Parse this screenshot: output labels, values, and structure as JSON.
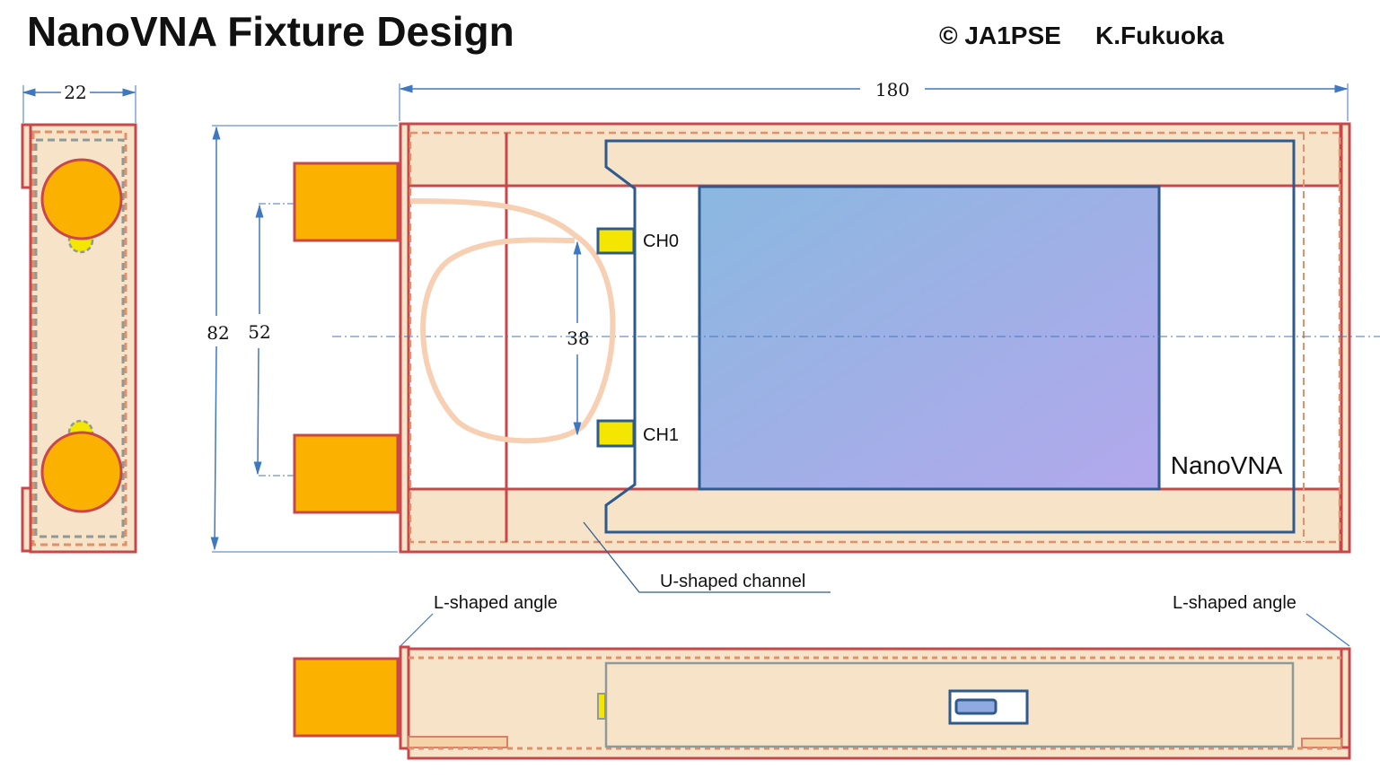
{
  "title": "NanoVNA Fixture Design",
  "copyright": "© JA1PSE",
  "author": "K.Fukuoka",
  "dimensions": {
    "width_side": "22",
    "length": "180",
    "height": "82",
    "connector_spacing": "52",
    "channel_spacing": "38"
  },
  "labels": {
    "ch0": "CH0",
    "ch1": "CH1",
    "device": "NanoVNA",
    "channel": "U-shaped channel",
    "angle_left": "L-shaped angle",
    "angle_right": "L-shaped angle"
  },
  "colors": {
    "wood": "#f7e4c8",
    "frame": "#c8474a",
    "connector": "#fbb100",
    "device_outline": "#2e5a8e",
    "dimension": "#3f78c0",
    "port": "#f4e600"
  }
}
